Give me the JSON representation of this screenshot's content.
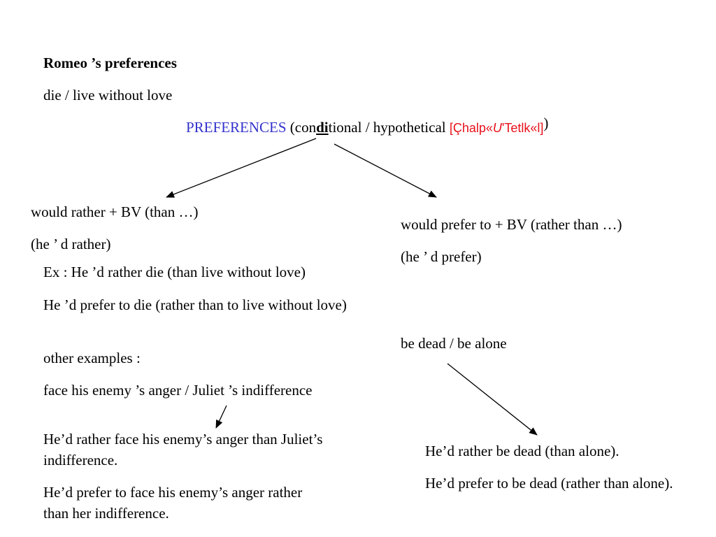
{
  "slide": {
    "title": "Romeo ’s preferences",
    "subtitle": "die / live without love",
    "header": {
      "preferences": "PREFERENCES",
      "paren_open": " (",
      "con": "con",
      "di": "di",
      "tional": "tional / hypothetical ",
      "phonetic_a": "[Çhalp«",
      "phonetic_b": "U",
      "phonetic_c": "'Tetlk«l]",
      "paren_close": ")"
    },
    "left_rule": {
      "line1": "would rather + BV (than …)",
      "line2": "(he ’ d rather)"
    },
    "right_rule": {
      "line1": "would prefer to + BV (rather than …)",
      "line2": "(he ’ d prefer)"
    },
    "examples": {
      "ex1": "Ex : He ’d rather die (than live without love)",
      "ex2": "He ’d prefer to die (rather than to live without love)",
      "other_label": "other examples :",
      "other_pair": "face his enemy ’s anger / Juliet ’s indifference"
    },
    "left_results": {
      "r1": "He’d rather face his enemy’s anger than Juliet’s indifference.",
      "r2": "He’d prefer to face his enemy’s anger rather than her indifference."
    },
    "right_pair": "be dead / be alone",
    "right_results": {
      "r1": "He’d rather be dead (than alone).",
      "r2": "He’d prefer to be dead (rather than alone)."
    }
  },
  "colors": {
    "preferences": "#3333cc",
    "phonetic": "#e8101a"
  }
}
